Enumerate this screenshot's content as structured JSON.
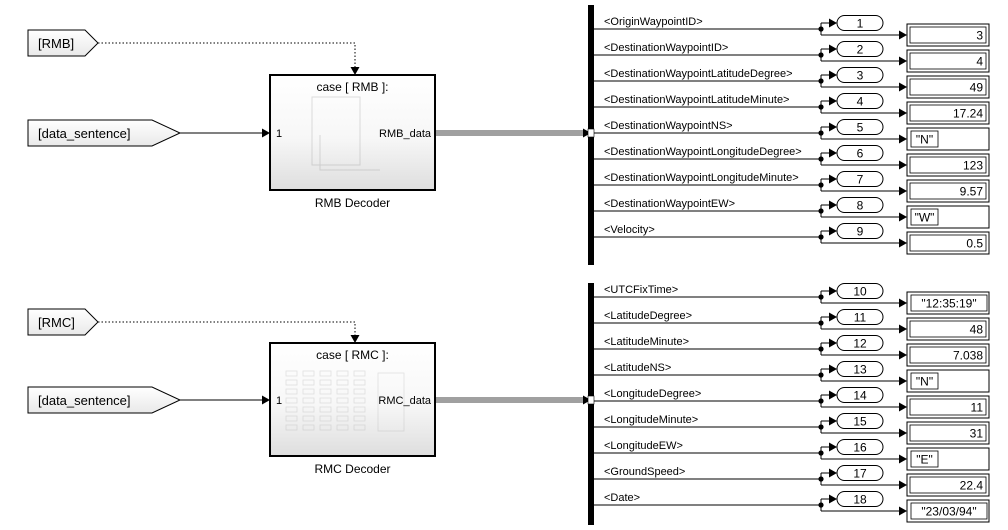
{
  "groups": [
    {
      "from_tag": "[RMB]",
      "data_tag": "[data_sentence]",
      "subsystem": {
        "case_label": "case [ RMB ]:",
        "in_port": "1",
        "out_port": "RMB_data",
        "name": "RMB Decoder"
      },
      "signals": [
        {
          "label": "<OriginWaypointID>",
          "port": "1",
          "value": "3"
        },
        {
          "label": "<DestinationWaypointID>",
          "port": "2",
          "value": "4"
        },
        {
          "label": "<DestinationWaypointLatitudeDegree>",
          "port": "3",
          "value": "49"
        },
        {
          "label": "<DestinationWaypointLatitudeMinute>",
          "port": "4",
          "value": "17.24"
        },
        {
          "label": "<DestinationWaypointNS>",
          "port": "5",
          "value": "\"N\""
        },
        {
          "label": "<DestinationWaypointLongitudeDegree>",
          "port": "6",
          "value": "123"
        },
        {
          "label": "<DestinationWaypointLongitudeMinute>",
          "port": "7",
          "value": "9.57"
        },
        {
          "label": "<DestinationWaypointEW>",
          "port": "8",
          "value": "\"W\""
        },
        {
          "label": "<Velocity>",
          "port": "9",
          "value": "0.5"
        }
      ]
    },
    {
      "from_tag": "[RMC]",
      "data_tag": "[data_sentence]",
      "subsystem": {
        "case_label": "case [ RMC ]:",
        "in_port": "1",
        "out_port": "RMC_data",
        "name": "RMC Decoder"
      },
      "signals": [
        {
          "label": "<UTCFixTime>",
          "port": "10",
          "value": "\"12:35:19\""
        },
        {
          "label": "<LatitudeDegree>",
          "port": "11",
          "value": "48"
        },
        {
          "label": "<LatitudeMinute>",
          "port": "12",
          "value": "7.038"
        },
        {
          "label": "<LatitudeNS>",
          "port": "13",
          "value": "\"N\""
        },
        {
          "label": "<LongitudeDegree>",
          "port": "14",
          "value": "11"
        },
        {
          "label": "<LongitudeMinute>",
          "port": "15",
          "value": "31"
        },
        {
          "label": "<LongitudeEW>",
          "port": "16",
          "value": "\"E\""
        },
        {
          "label": "<GroundSpeed>",
          "port": "17",
          "value": "22.4"
        },
        {
          "label": "<Date>",
          "port": "18",
          "value": "\"23/03/94\""
        }
      ]
    }
  ]
}
